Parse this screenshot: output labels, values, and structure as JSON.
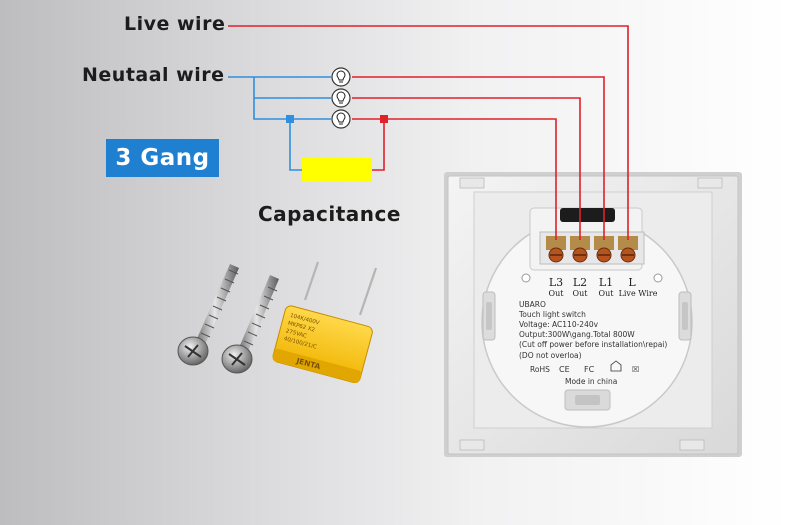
{
  "labels": {
    "live_wire": "Live wire",
    "neutral_wire": "Neutaal wire",
    "gang": "3 Gang",
    "capacitance": "Capacitance"
  },
  "terminals": [
    {
      "name": "L3",
      "sub": "Out"
    },
    {
      "name": "L2",
      "sub": "Out"
    },
    {
      "name": "L1",
      "sub": "Out"
    },
    {
      "name": "L",
      "sub": "Live Wire"
    }
  ],
  "back_panel": {
    "brand": "UBARO",
    "lines": [
      "Touch light switch",
      "Voltage: AC110-240v",
      "Output:300W\\gang.Total 800W",
      "(Cut off power before installation\\repai)",
      "(DO not overloa)"
    ],
    "cert": "RoHS",
    "made_in": "Mode in china"
  },
  "capacitor": {
    "brand": "JENTA",
    "markings": [
      "104K/400V",
      "MKP62 X2",
      "275VAC",
      "40/100/21/C"
    ]
  },
  "colors": {
    "live": "#e0202a",
    "neutral": "#2f8fe0",
    "gang_badge": "#1f7fd0",
    "capacitance_bar": "#ffff00"
  }
}
